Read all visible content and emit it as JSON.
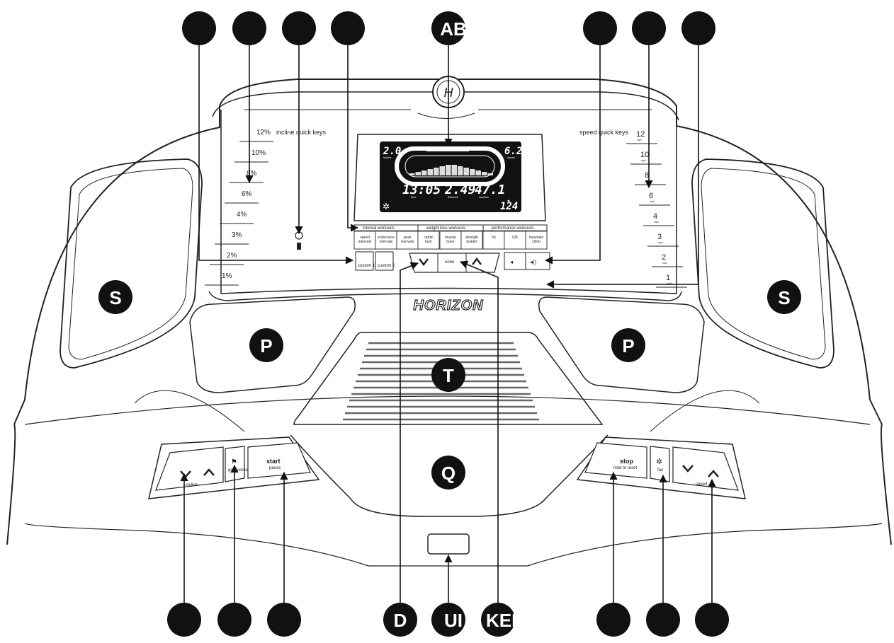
{
  "brand": "HORIZON",
  "callouts": {
    "top_letters": "AB",
    "s_left": "S",
    "s_right": "S",
    "p_left": "P",
    "p_right": "P",
    "t": "T",
    "q": "Q",
    "d": "D",
    "ui": "UI",
    "kel": "KEL"
  },
  "incline_quick_keys": {
    "label": "incline quick keys",
    "levels": [
      "12%",
      "10%",
      "8%",
      "6%",
      "4%",
      "3%",
      "2%",
      "1%"
    ]
  },
  "speed_quick_keys": {
    "label": "speed quick keys",
    "levels": [
      "12",
      "10",
      "8",
      "6",
      "4",
      "3",
      "2",
      "1"
    ],
    "unit": "mph"
  },
  "lcd": {
    "top_left": "2.0",
    "top_left_label": "incline",
    "top_right": "6.2",
    "top_right_label": "speed",
    "time": "13:05",
    "time_label": "time",
    "distance": "2.49",
    "distance_label": "distance",
    "calories": "47.1",
    "calories_label": "calories",
    "heart_rate": "124"
  },
  "workout_groups": {
    "interval_title": "interval workouts",
    "weight_loss_title": "weight loss workouts",
    "performance_title": "performance workouts",
    "buttons": [
      "speed intervals",
      "endurance intervals",
      "peak intervals",
      "cardio burn",
      "muscle toner",
      "strength builder",
      "5K",
      "10K",
      "mountain climb"
    ]
  },
  "custom_buttons": [
    "custom 1",
    "custom 2"
  ],
  "nav": {
    "enter_label": "enter"
  },
  "lower_left": {
    "incline_label": "incline",
    "goal_label": "goal center",
    "start_label": "start",
    "start_sub": "pause"
  },
  "lower_right": {
    "stop_label": "stop",
    "stop_sub": "hold to reset",
    "fan_label": "fan",
    "speed_label": "speed"
  }
}
